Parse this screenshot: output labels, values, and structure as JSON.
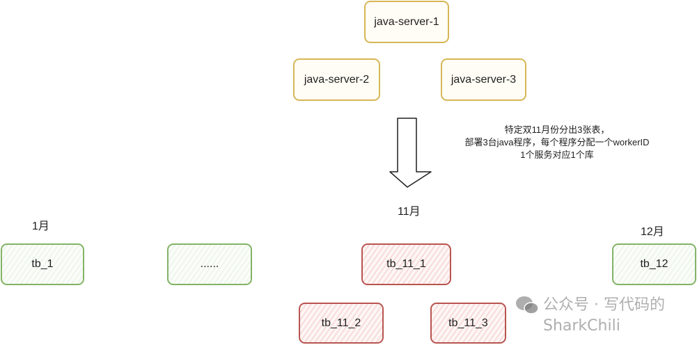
{
  "servers": [
    "java-server-1",
    "java-server-2",
    "java-server-3"
  ],
  "note_lines": [
    "特定双11月份分出3张表，",
    "部署3台java程序，每个程序分配一个workerID",
    "1个服务对应1个库"
  ],
  "month_labels": {
    "jan": "1月",
    "nov": "11月",
    "dec": "12月"
  },
  "tables": {
    "tb_1": "tb_1",
    "ellipsis": "......",
    "tb_11_1": "tb_11_1",
    "tb_11_2": "tb_11_2",
    "tb_11_3": "tb_11_3",
    "tb_12": "tb_12"
  },
  "watermark": "公众号 · 写代码的SharkChili",
  "colors": {
    "server": "#d6b656",
    "normal_table": "#82b366",
    "split_table": "#b85450"
  }
}
